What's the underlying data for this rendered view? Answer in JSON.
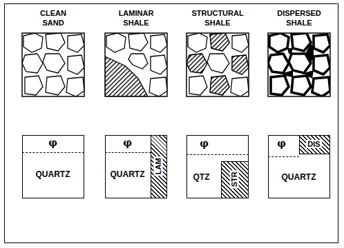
{
  "diagram": {
    "nodes": [
      {
        "text": [
          "φ",
          "QUARTZ"
        ]
      },
      {
        "text": [
          "φ",
          "QUARTZ"
        ]
      },
      {
        "text": [
          "LAM"
        ],
        "in": 1
      },
      {
        "text": [
          "φ",
          "QTZ"
        ]
      },
      {
        "text": [
          "STR"
        ],
        "in": 3
      },
      {
        "text": [
          "φ",
          "QUARTZ"
        ]
      },
      {
        "text": [
          "DIS"
        ],
        "in": 5
      }
    ],
    "labels": [
      "CLEAN SAND",
      "LAMINAR SHALE",
      "STRUCTURAL SHALE",
      "DISPERSED SHALE"
    ]
  }
}
